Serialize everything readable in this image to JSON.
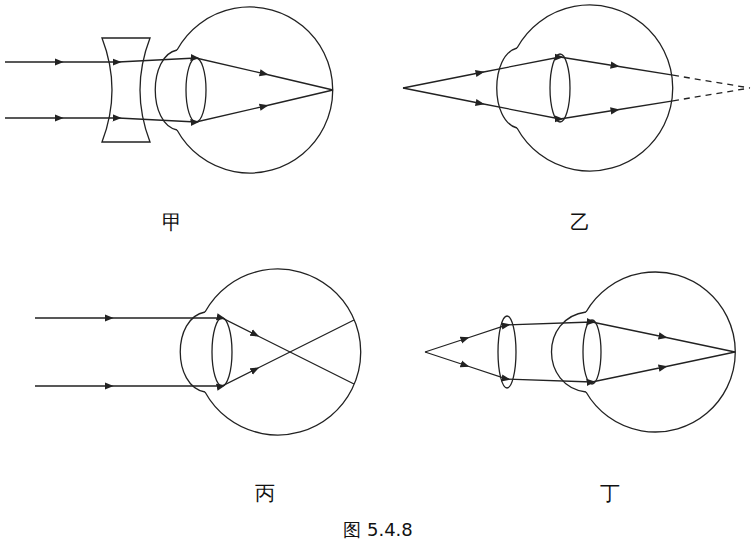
{
  "diagram": {
    "caption": "图 5.4.8",
    "labels": [
      "甲",
      "乙",
      "丙",
      "丁"
    ]
  }
}
